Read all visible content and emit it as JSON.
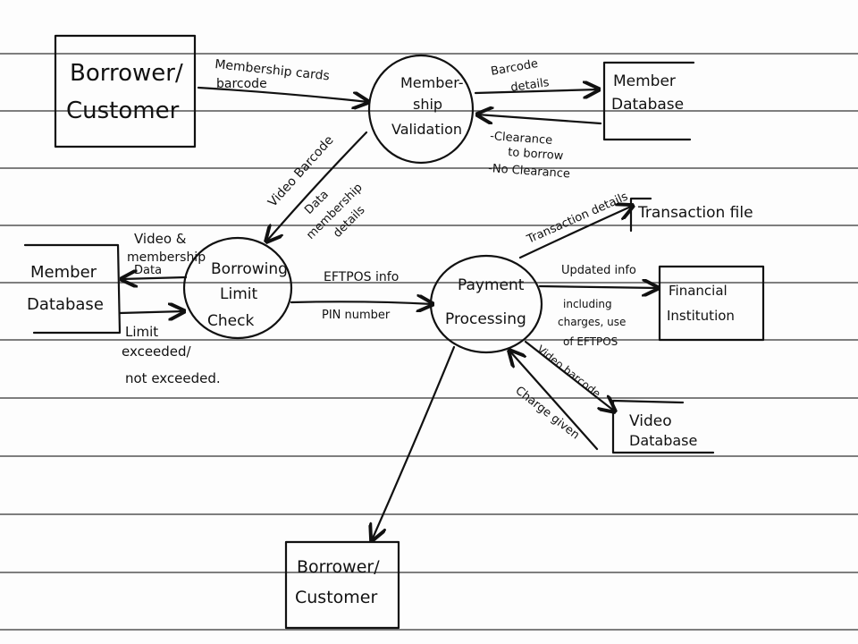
{
  "external_entities": {
    "borrower_top": {
      "line1": "Borrower/",
      "line2": "Customer"
    },
    "borrower_bottom": {
      "line1": "Borrower/",
      "line2": "Customer"
    }
  },
  "processes": {
    "membership_validation": {
      "line1": "Member-",
      "line2": "ship",
      "line3": "Validation"
    },
    "borrowing_limit_check": {
      "line1": "Borrowing",
      "line2": "Limit",
      "line3": "Check"
    },
    "payment_processing": {
      "line1": "Payment",
      "line2": "Processing"
    }
  },
  "data_stores": {
    "member_db_top": {
      "line1": "Member",
      "line2": "Database"
    },
    "member_db_left": {
      "line1": "Member",
      "line2": "Database"
    },
    "transaction_file": {
      "label": "Transaction file"
    },
    "financial_institution": {
      "line1": "Financial",
      "line2": "Institution"
    },
    "video_database": {
      "line1": "Video",
      "line2": "Database"
    }
  },
  "flows": {
    "membership_cards": {
      "line1": "Membership cards",
      "line2": "barcode"
    },
    "barcode_details": {
      "line1": "Barcode",
      "line2": "details"
    },
    "clearance": {
      "line1": "-Clearance",
      "line2": "to borrow",
      "line3": "-No Clearance"
    },
    "video_barcode_1": {
      "label": "Video Barcode"
    },
    "data_membership": {
      "line1": "Data",
      "line2": "membership",
      "line3": "details"
    },
    "video_membership_data": {
      "line1": "Video &",
      "line2": "membership",
      "line3": "Data"
    },
    "limit_exceeded": {
      "line1": "Limit",
      "line2": "exceeded/",
      "line3": "not exceeded."
    },
    "eftpos_info": {
      "label": "EFTPOS info"
    },
    "pin_number": {
      "label": "PIN number"
    },
    "transaction_details": {
      "label": "Transaction details"
    },
    "updated_info": {
      "line1": "Updated info",
      "line2": "including",
      "line3": "charges, use",
      "line4": "of EFTPOS"
    },
    "video_barcode_2": {
      "label": "Video barcode"
    },
    "charge_given": {
      "label": "Charge given"
    }
  },
  "colors": {
    "ink": "#111111",
    "rule": "#555555",
    "paper": "#fdfdfd"
  }
}
